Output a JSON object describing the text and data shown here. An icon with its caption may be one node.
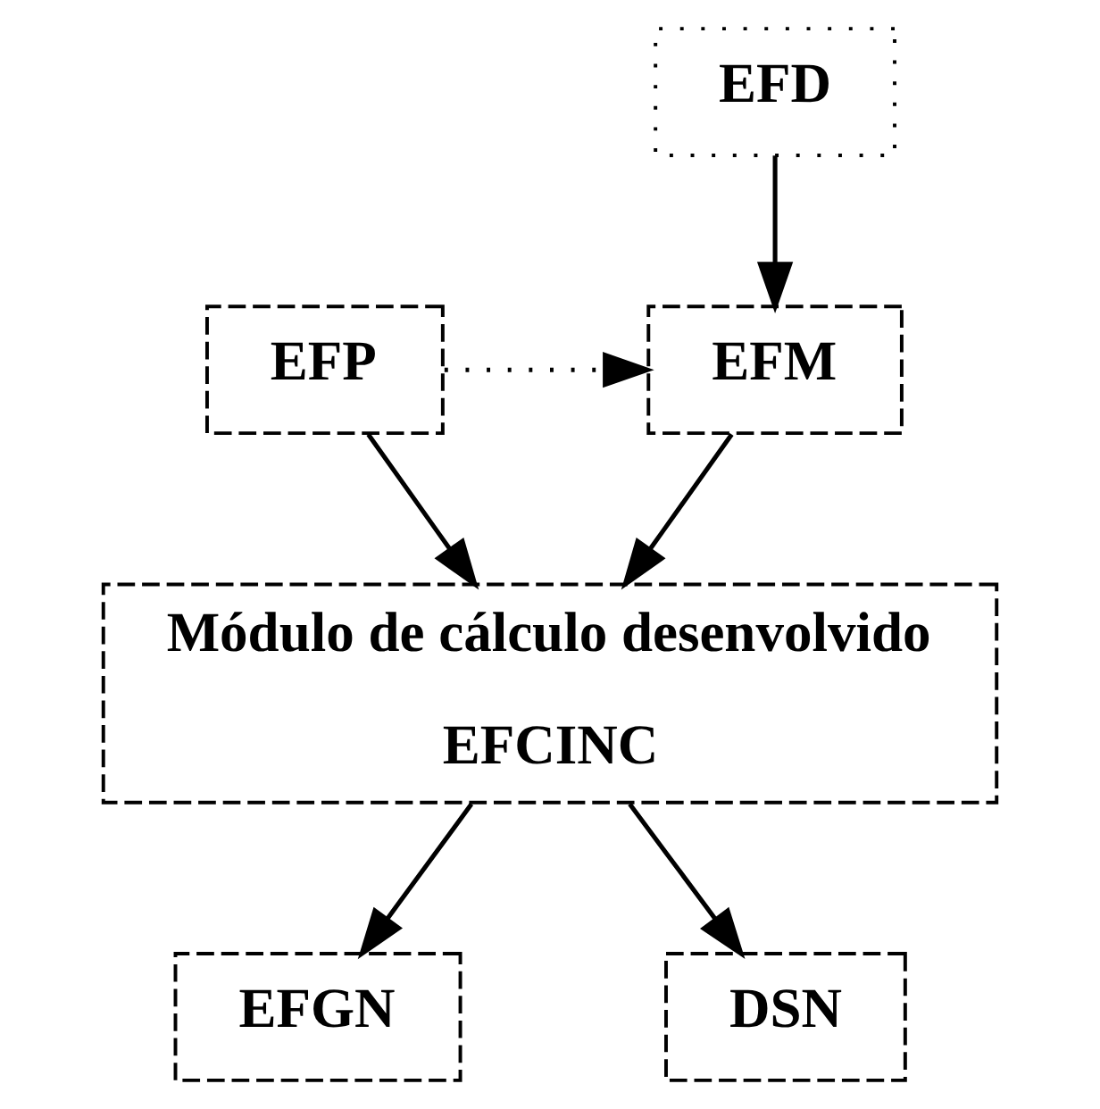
{
  "diagram": {
    "nodes": [
      {
        "text": [
          "EFD"
        ]
      },
      {
        "text": [
          "EFP"
        ]
      },
      {
        "text": [
          "EFM"
        ]
      },
      {
        "text": [
          "Módulo de cálculo desenvolvido",
          "EFCINC"
        ]
      },
      {
        "text": [
          "EFGN"
        ]
      },
      {
        "text": [
          "DSN"
        ]
      }
    ],
    "edges": [
      {
        "from": 0,
        "to": 2,
        "arrow": "to"
      },
      {
        "from": 1,
        "to": 2,
        "arrow": "to",
        "style": "dashed"
      },
      {
        "from": 1,
        "to": 3,
        "arrow": "to"
      },
      {
        "from": 2,
        "to": 3,
        "arrow": "to"
      },
      {
        "from": 3,
        "to": 4,
        "arrow": "to"
      },
      {
        "from": 3,
        "to": 5,
        "arrow": "to"
      }
    ]
  }
}
